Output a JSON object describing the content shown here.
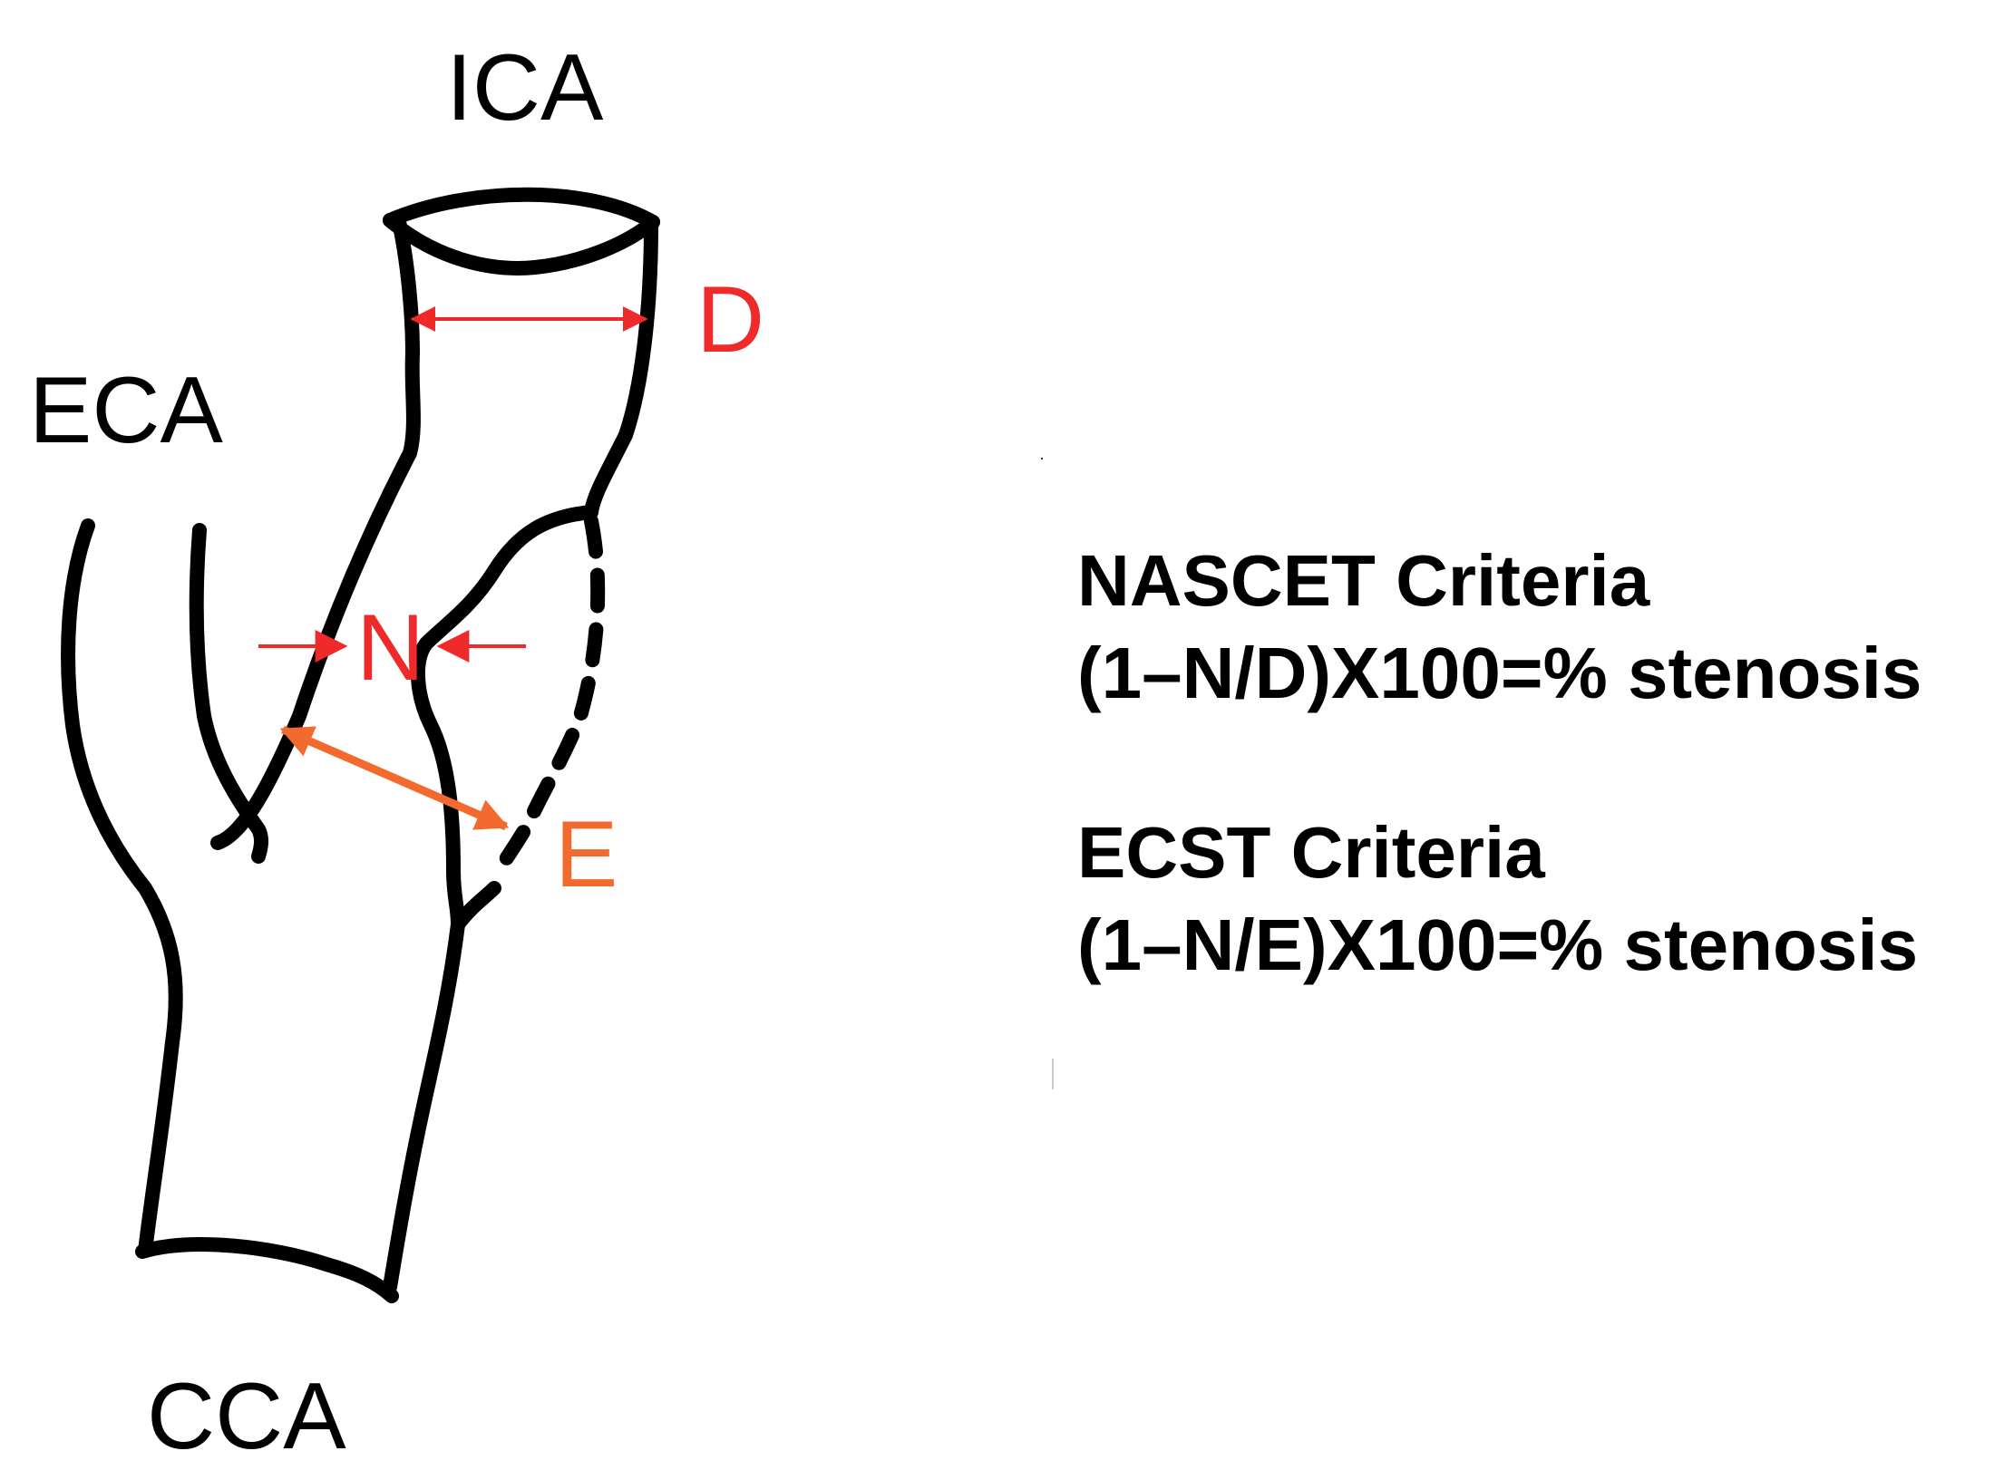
{
  "labels": {
    "ica": "ICA",
    "eca": "ECA",
    "cca": "CCA",
    "distal": "D",
    "narrowest": "N",
    "estimated": "E"
  },
  "criteria": {
    "nascet": {
      "title": "NASCET Criteria",
      "formula": "(1–N/D)X100=% stenosis"
    },
    "ecst": {
      "title": "ECST Criteria",
      "formula": "(1–N/E)X100=% stenosis"
    }
  },
  "colors": {
    "vessel": "#000000",
    "measure_red": "#ee2a2a",
    "measure_orange": "#f26a2e",
    "text": "#000000"
  }
}
